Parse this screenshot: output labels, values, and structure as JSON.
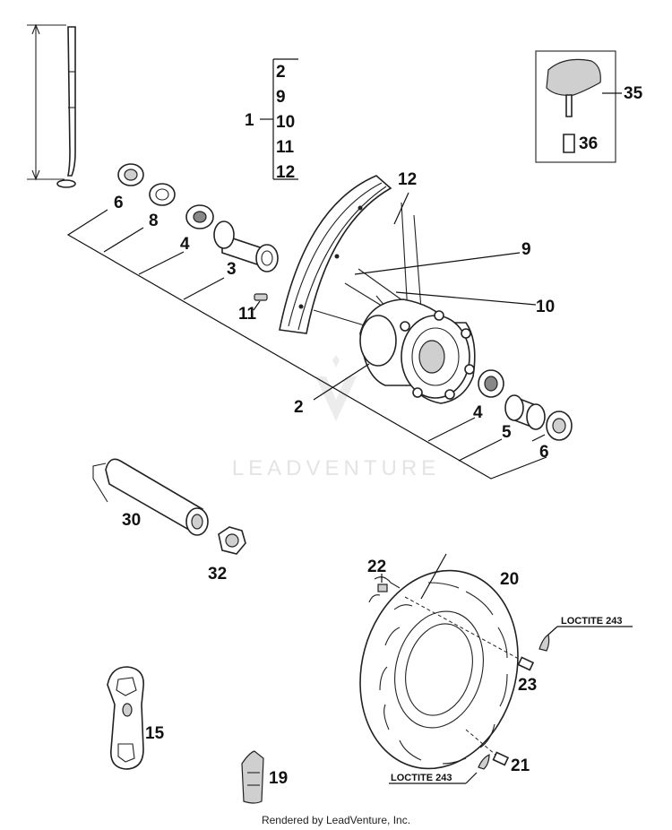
{
  "labels": {
    "p1": "1",
    "p2": "2",
    "p3": "3",
    "p4a": "4",
    "p4b": "4",
    "p5": "5",
    "p6a": "6",
    "p6b": "6",
    "p8": "8",
    "p9": "9",
    "p10": "10",
    "p11": "11",
    "p12": "12",
    "p15": "15",
    "p19": "19",
    "p20": "20",
    "p21": "21",
    "p22": "22",
    "p23": "23",
    "p30": "30",
    "p32": "32",
    "p35": "35",
    "p36": "36"
  },
  "group_1_members": [
    "2",
    "9",
    "10",
    "11",
    "12"
  ],
  "loctite_labels": [
    "LOCTITE 243",
    "LOCTITE 243"
  ],
  "watermark": "LEADVENTURE",
  "footer": "Rendered by LeadVenture, Inc."
}
